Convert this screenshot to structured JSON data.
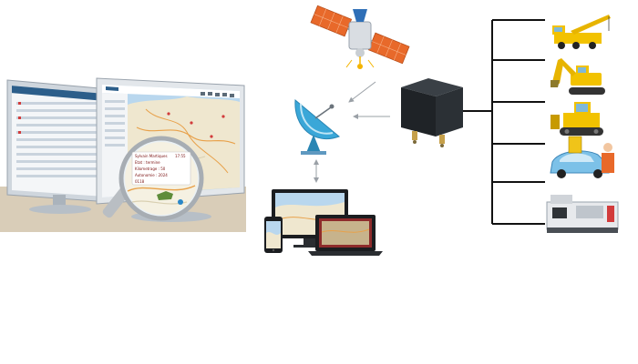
{
  "colors": {
    "monitor_frame": "#cfd6dd",
    "screen_header": "#2c5e8a",
    "map_land": "#efe7cf",
    "map_water": "#b9d7ee",
    "satellite_panel": "#e8692a",
    "satellite_body": "#d9dde2",
    "dish": "#3aa7d8",
    "tracker": "#1f2327",
    "tracker_port": "#c6a04a",
    "connector": "#111111",
    "arrow": "#9aa0a6"
  },
  "magnifier_popup": {
    "line1": "Sylvain Martiques",
    "line2": "17:55",
    "line3": "Etat : termine",
    "line4": "Kilometrage : 50",
    "line5": "Autonomie : 2024",
    "line6": "0118"
  },
  "icons": [
    "satellite-icon",
    "satellite-dish-icon",
    "gps-tracker-icon",
    "crane-truck-icon",
    "excavator-icon",
    "bulldozer-icon",
    "car-icon",
    "industrial-machine-icon"
  ]
}
